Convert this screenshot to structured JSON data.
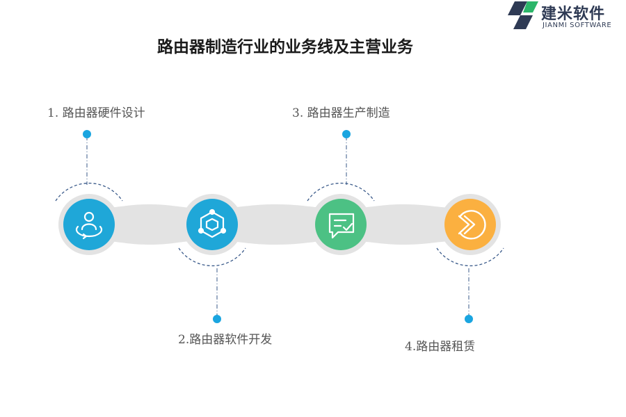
{
  "title": "路由器制造行业的业务线及主营业务",
  "logo": {
    "name_cn": "建米软件",
    "name_en": "JIANMI SOFTWARE"
  },
  "steps": [
    {
      "label": "1.  路由器硬件设计",
      "icon": "person-orbit-icon",
      "color": "#1fa7d8"
    },
    {
      "label": "2.路由器软件开发",
      "icon": "hexagon-network-icon",
      "color": "#1fa7d8"
    },
    {
      "label": "3.  路由器生产制造",
      "icon": "chat-check-icon",
      "color": "#4cc184"
    },
    {
      "label": "4.路由器租赁",
      "icon": "arrow-circle-icon",
      "color": "#fbb040"
    }
  ],
  "colors": {
    "connector": "#e3e3e3",
    "dot": "#1aa5e0",
    "dash": "#3a5a8a"
  }
}
